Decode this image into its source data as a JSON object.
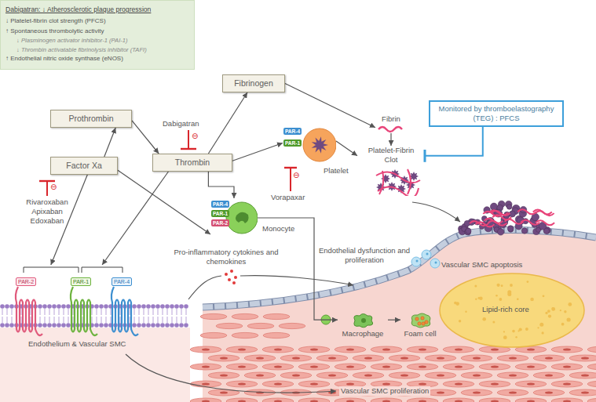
{
  "diagram": {
    "nodes": [
      {
        "text": [
          "Dabigatran: ↓ Atherosclerotic plaque progression",
          "↓ Platelet-fibrin clot strength (PFCS)",
          "↑ Spontaneous thrombolytic activity",
          "↓ Plasminogen activator inhibitor-1 (PAI-1)",
          "↓ Thrombin activatable fibrinolysis inhibitor (TAFI)",
          "↑ Endothelial nitric oxide synthase (eNOS)"
        ]
      },
      {
        "text": [
          "Fibrinogen"
        ]
      },
      {
        "text": [
          "Prothrombin"
        ]
      },
      {
        "text": [
          "Fibrin"
        ]
      },
      {
        "text": [
          "Monitored by thromboelastography (TEG) : PFCS"
        ]
      },
      {
        "text": [
          "Thrombin"
        ]
      },
      {
        "text": [
          "Factor Xa"
        ]
      },
      {
        "text": [
          "Platelet"
        ]
      },
      {
        "text": [
          "Platelet-Fibrin Clot"
        ]
      },
      {
        "text": [
          "Monocyte"
        ]
      },
      {
        "text": [
          "Endothelium & Vascular SMC"
        ]
      },
      {
        "text": [
          "Macrophage"
        ]
      },
      {
        "text": [
          "Foam cell"
        ]
      }
    ],
    "edges": [
      {
        "from": 6,
        "to": 2,
        "arrow": "to"
      },
      {
        "from": 2,
        "to": 5,
        "arrow": "to"
      },
      {
        "from": 5,
        "to": 1,
        "arrow": "to"
      },
      {
        "from": 1,
        "to": 3,
        "arrow": "to"
      },
      {
        "from": 3,
        "to": 8,
        "arrow": "to"
      },
      {
        "from": 7,
        "to": 8,
        "arrow": "to"
      },
      {
        "from": 4,
        "to": 8,
        "arrow": "to"
      },
      {
        "from": 5,
        "to": 7,
        "arrow": "to"
      },
      {
        "from": 5,
        "to": 9,
        "arrow": "to"
      },
      {
        "from": 6,
        "to": 9,
        "arrow": "to"
      },
      {
        "from": 6,
        "to": 10,
        "arrow": "to"
      },
      {
        "from": 5,
        "to": 10,
        "arrow": "to"
      },
      {
        "from": 9,
        "to": 11,
        "arrow": "to"
      },
      {
        "from": 11,
        "to": 12,
        "arrow": "to"
      }
    ],
    "labels": [
      "Dabigatran",
      "⊖",
      "Rivaroxaban",
      "Apixaban",
      "Edoxaban",
      "⊖",
      "Vorapaxar",
      "⊖",
      "PAR-4",
      "PAR-1",
      "PAR-4",
      "PAR-1",
      "PAR-2",
      "PAR-2",
      "PAR-1",
      "PAR-4",
      "Pro-inflammatory cytokines and chemokines",
      "Endothelial dysfunction and proliferation",
      "Vascular SMC apoptosis",
      "Lipid-rich core",
      "Vascular SMC proliferation"
    ]
  }
}
